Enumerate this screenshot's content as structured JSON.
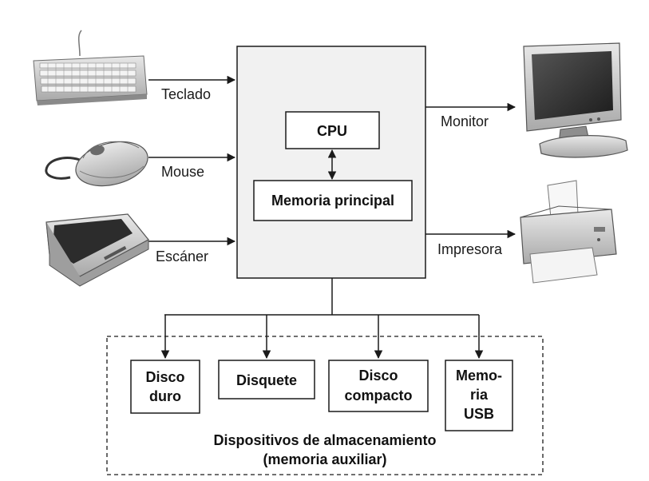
{
  "inputs": {
    "keyboard": "Teclado",
    "mouse": "Mouse",
    "scanner": "Escáner"
  },
  "outputs": {
    "monitor": "Monitor",
    "printer": "Impresora"
  },
  "computer": {
    "cpu": "CPU",
    "main_memory": "Memoria principal"
  },
  "storage": {
    "hard_disk": [
      "Disco",
      "duro"
    ],
    "floppy": "Disquete",
    "compact_disc": [
      "Disco",
      "compacto"
    ],
    "usb_memory": [
      "Memo-",
      "ria",
      "USB"
    ],
    "caption": [
      "Dispositivos de almacenamiento",
      "(memoria auxiliar)"
    ]
  },
  "icons": {
    "keyboard": "keyboard-icon",
    "mouse": "mouse-icon",
    "scanner": "scanner-icon",
    "monitor": "monitor-icon",
    "printer": "printer-icon"
  },
  "colors": {
    "system_box_fill": "#f1f1f1",
    "line": "#1a1a1a"
  }
}
